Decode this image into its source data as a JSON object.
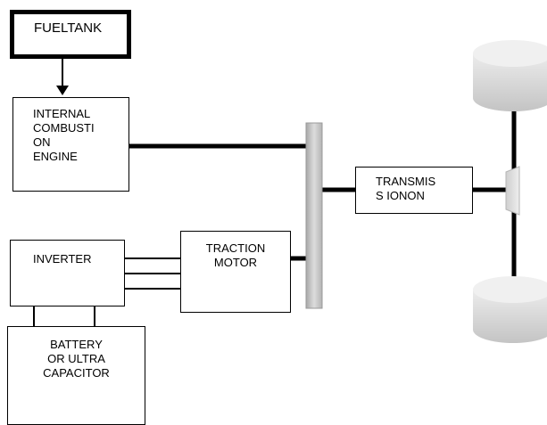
{
  "blocks": {
    "fuel_tank": {
      "label": "FUELTANK"
    },
    "engine": {
      "lines": [
        "INTERNAL",
        "COMBUSTI",
        "ON",
        "ENGINE"
      ]
    },
    "inverter": {
      "label": "INVERTER"
    },
    "traction_motor": {
      "lines": [
        "TRACTION",
        "MOTOR"
      ]
    },
    "battery": {
      "lines": [
        "BATTERY",
        "OR ULTRA",
        "CAPACITOR"
      ]
    },
    "transmission": {
      "lines": [
        "TRANSMIS",
        "S IONON"
      ]
    }
  },
  "colors": {
    "line": "#000000",
    "coupler_light": "#d2d2d2",
    "coupler_dark": "#a8a8a8",
    "wheel_light": "#e6e6e6",
    "wheel_dark": "#bdbdbd"
  }
}
